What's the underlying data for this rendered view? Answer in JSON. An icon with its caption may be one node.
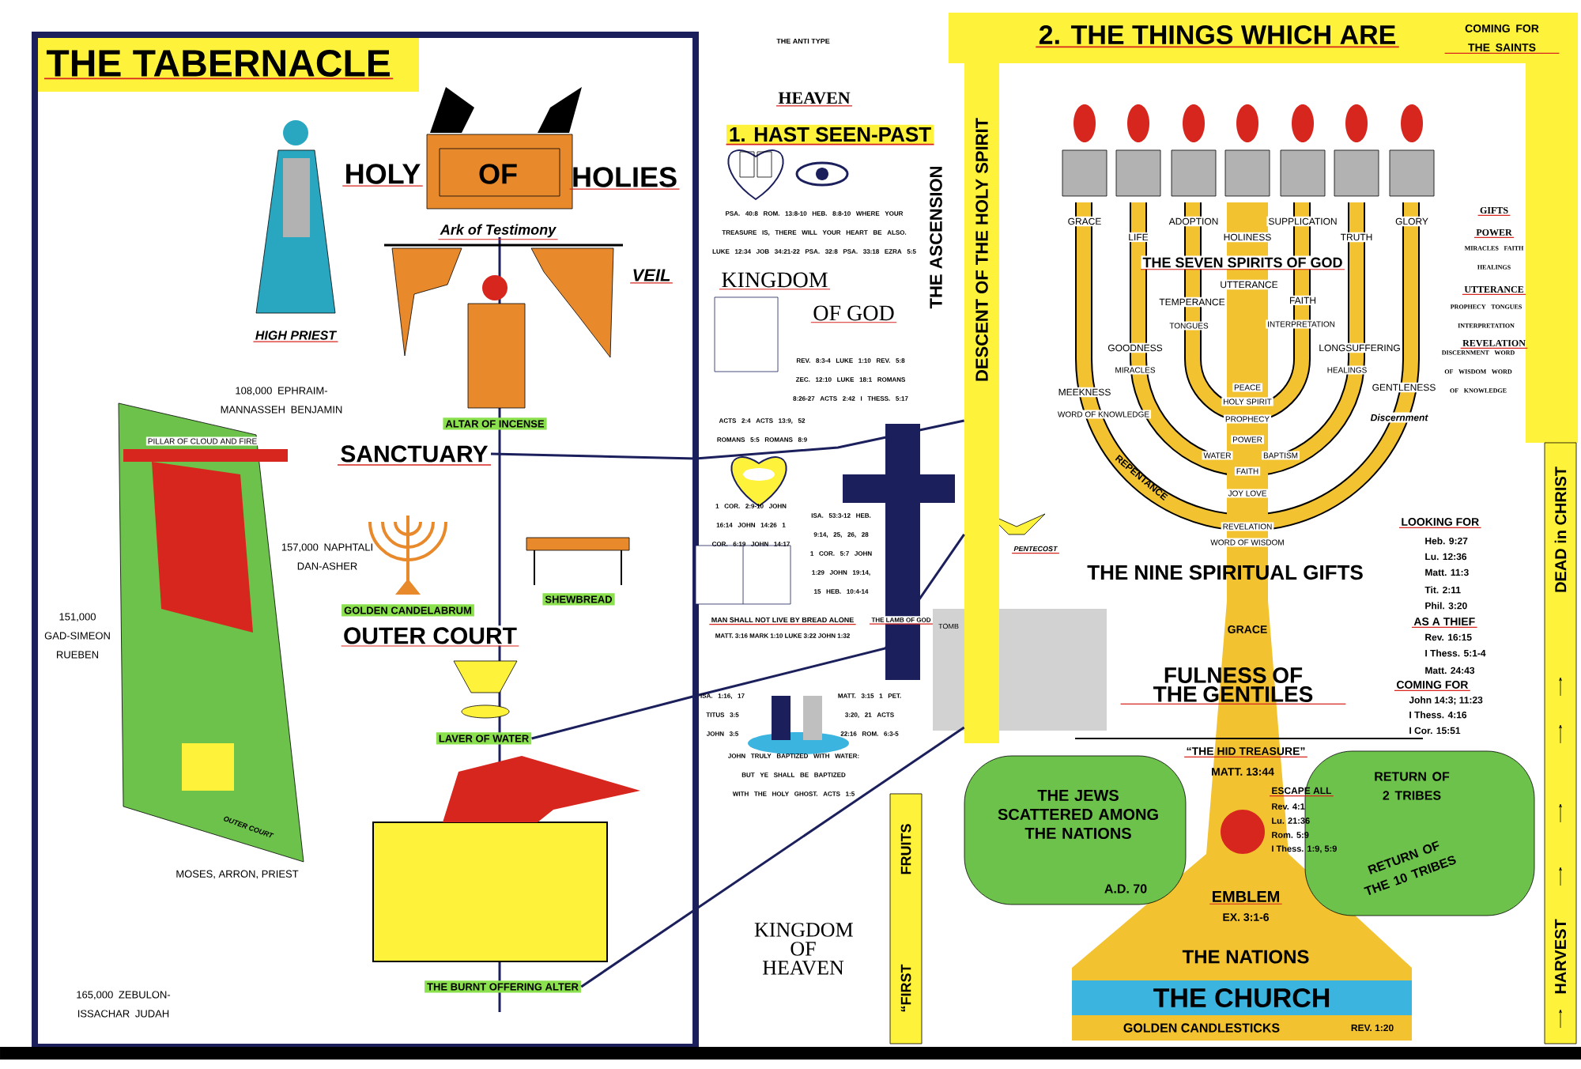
{
  "diagram": {
    "title": "THE TABERNACLE",
    "nodes": [
      {
        "text": [
          "ALTAR OF INCENSE"
        ]
      },
      {
        "text": [
          "GOLDEN CANDELABRUM"
        ]
      },
      {
        "text": [
          "SHEWBREAD"
        ]
      },
      {
        "text": [
          "LAVER OF WATER"
        ]
      },
      {
        "text": [
          "THE BURNT OFFERING ALTER"
        ]
      },
      {
        "text": [
          "SANCTUARY"
        ]
      },
      {
        "text": [
          "1. HAST SEEN-PAST"
        ]
      },
      {
        "text": [
          "2. THE THINGS WHICH ARE"
        ]
      },
      {
        "text": [
          "THE JEWS SCATTERED AMONG THE NATIONS",
          "A.D. 70"
        ]
      },
      {
        "text": [
          "RETURN OF 2 TRIBES",
          "RETURN OF THE 10 TRIBES"
        ]
      },
      {
        "text": [
          "THE CHURCH"
        ]
      },
      {
        "text": [
          "DESCENT OF THE HOLY SPIRIT"
        ]
      },
      {
        "text": [
          "DEAD in CHRIST",
          "HARVEST"
        ]
      },
      {
        "text": [
          "“FIRST",
          "FRUITS"
        ]
      }
    ],
    "edges": [
      {
        "from": 5,
        "to": 11,
        "arrow": "none"
      },
      {
        "from": 3,
        "to": 11,
        "arrow": "none"
      },
      {
        "from": 4,
        "to": 11,
        "arrow": "none"
      }
    ],
    "labels": [
      "HOLY",
      "OF",
      "HOLIES",
      "Ark of Testimony",
      "VEIL",
      "HIGH PRIEST",
      "108,000 EPHRAIM-MANNASSEH BENJAMIN",
      "PILLAR OF CLOUD AND FIRE",
      "157,000 NAPHTALI DAN-ASHER",
      "151,000 GAD-SIMEON RUEBEN",
      "OUTER COURT",
      "MOSES, ARRON, PRIEST",
      "165,000 ZEBULON-ISSACHAR JUDAH",
      "THE ANTI TYPE",
      "HEAVEN",
      "PSA. 40:8 ROM. 13:8-10 HEB. 8:8-10 WHERE YOUR TREASURE IS, THERE WILL YOUR HEART BE ALSO. LUKE 12:34 JOB 34:21-22 PSA. 32:8 PSA. 33:18 EZRA 5:5",
      "KINGDOM",
      "OF GOD",
      "THE ASCENSION",
      "REV. 8:3-4 LUKE 1:10 REV. 5:8 ZEC. 12:10 LUKE 18:1 ROMANS 8:26-27 ACTS 2:42 I THESS. 5:17",
      "ACTS 2:4 ACTS 13:9, 52 ROMANS 5:5 ROMANS 8:9",
      "1 COR. 2:9-10 JOHN 16:14 JOHN 14:26 1 COR. 6:19 JOHN 14:17",
      "ISA. 53:3-12 HEB. 9:14, 25, 26, 28 1 COR. 5:7 JOHN 1:29 JOHN 19:14, 15 HEB. 10:4-14",
      "THE LAMB OF GOD",
      "TOMB",
      "MAN SHALL NOT LIVE BY BREAD ALONE",
      "MATT. 3:16 MARK 1:10 LUKE 3:22 JOHN 1:32",
      "ISA. 1:16, 17 TITUS 3:5 JOHN 3:5",
      "MATT. 3:15 1 PET. 3:20, 21 ACTS 22:16 ROM. 6:3-5",
      "JOHN TRULY BAPTIZED WITH WATER: BUT YE SHALL BE BAPTIZED WITH THE HOLY GHOST. ACTS 1:5",
      "KINGDOM OF HEAVEN",
      "PENTECOST",
      "COMING FOR THE SAINTS",
      "GRACE",
      "LIFE",
      "ADOPTION",
      "HOLINESS",
      "SUPPLICATION",
      "TRUTH",
      "GLORY",
      "THE SEVEN SPIRITS OF GOD",
      "UTTERANCE",
      "TEMPERANCE",
      "FAITH",
      "TONGUES",
      "INTERPRETATION",
      "GOODNESS",
      "LONGSUFFERING",
      "MIRACLES",
      "HEALINGS",
      "MEEKNESS",
      "GENTLENESS",
      "WORD OF KNOWLEDGE",
      "Discernment",
      "PEACE",
      "HOLY SPIRIT",
      "PROPHECY",
      "POWER",
      "WATER",
      "BAPTISM",
      "FAITH",
      "JOY LOVE",
      "REVELATION",
      "WORD OF WISDOM",
      "REPENTANCE",
      "THE NINE SPIRITUAL GIFTS",
      "GIFTS",
      "POWER",
      "MIRACLES FAITH HEALINGS",
      "UTTERANCE",
      "PROPHECY TONGUES INTERPRETATION",
      "REVELATION",
      "DISCERNMENT WORD OF WISDOM WORD OF KNOWLEDGE",
      "LOOKING FOR",
      "Heb. 9:27",
      "Lu. 12:36",
      "Matt. 11:3",
      "Tit. 2:11",
      "Phil. 3:20",
      "AS A THIEF",
      "Rev. 16:15",
      "I Thess. 5:1-4",
      "Matt. 24:43",
      "COMING FOR",
      "John 14:3; 11:23",
      "I Thess. 4:16",
      "I Cor. 15:51",
      "GRACE",
      "FULNESS OF THE GENTILES",
      "“THE HID TREASURE”",
      "MATT. 13:44",
      "ESCAPE ALL",
      "Rev. 4:1",
      "Lu. 21:36",
      "Rom. 5:9",
      "I Thess. 1:9, 5:9",
      "EMBLEM",
      "EX. 3:1-6",
      "THE NATIONS",
      "GOLDEN CANDLESTICKS",
      "REV. 1:20",
      "OUTER COURT"
    ]
  }
}
